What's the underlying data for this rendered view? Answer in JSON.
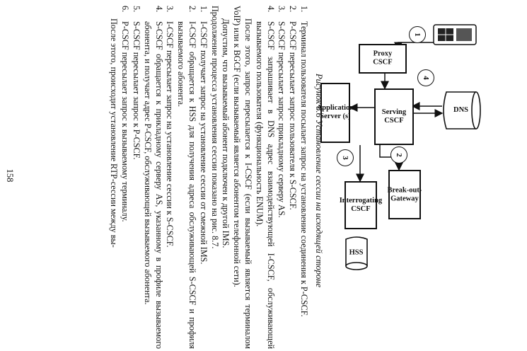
{
  "figure": {
    "application_server": "Application\nServer (s)",
    "serving_cscf": "Serving\nCSCF",
    "proxy_cscf": "Proxy\nCSCF",
    "interrogating_cscf": "Interrogating\nCSCF",
    "breakout_gateway": "Break-out-\nGateway",
    "hss": "HSS",
    "dns": "DNS",
    "step1": "1",
    "step2": "2",
    "step3": "3",
    "step4": "4",
    "caption": "Рисунок 8.6 Установление сессии на исходящей стороне"
  },
  "steps_a": [
    {
      "num": "1.",
      "text": "Терминал пользователя посылает запрос на установление соединения к P-CSCF."
    },
    {
      "num": "2.",
      "text": "P-CSCF пересылает запрос пользователя к S-CSCF."
    },
    {
      "num": "3.",
      "text": "S-CSCF пересылает запрос прикладному серверу AS."
    },
    {
      "num": "4.",
      "text": "S-CSCF запрашивает в DNS адрес взаимодействующей I-CSCF, обслуживающей вызываемого пользователя (функциональность ENUM)."
    }
  ],
  "para1": "После этого, запрос пересылается к I-CSCF (если вызываемый является терминалом VoIP) или к BGCF (если вызываемый является абонентом телефонной сети).",
  "para2": "Допустим, что вызываемый абонент подключен к другой IMS.",
  "para3": "Продолжение процесса установления сессии показано на рис. 8.7.",
  "steps_b": [
    {
      "num": "1.",
      "text": "I-CSCF получает запрос на установление сессии от смежной IMS."
    },
    {
      "num": "2.",
      "text": "I-CSCF обращается к HSS для получения адреса обслуживающей S-CSCF и профиля вызываемого абонента."
    },
    {
      "num": "3.",
      "text": "I-CSCF пересылает запрос на установление сессии к S-CSCF."
    },
    {
      "num": "4.",
      "text": "S-CSCF обращается к прикладному серверу AS, указанному в профиле вызываемого абонента, и получает адрес P-CSCF, обслуживающей вызываемого абонента."
    },
    {
      "num": "5.",
      "text": "S-CSCF пересылает запрос к P-CSCF."
    },
    {
      "num": "6.",
      "text": "P-CSCF пересылает запрос к вызываемому терминалу."
    }
  ],
  "para4": "После этого, происходит установление RTP-сессии между вы-",
  "page_number": "158"
}
